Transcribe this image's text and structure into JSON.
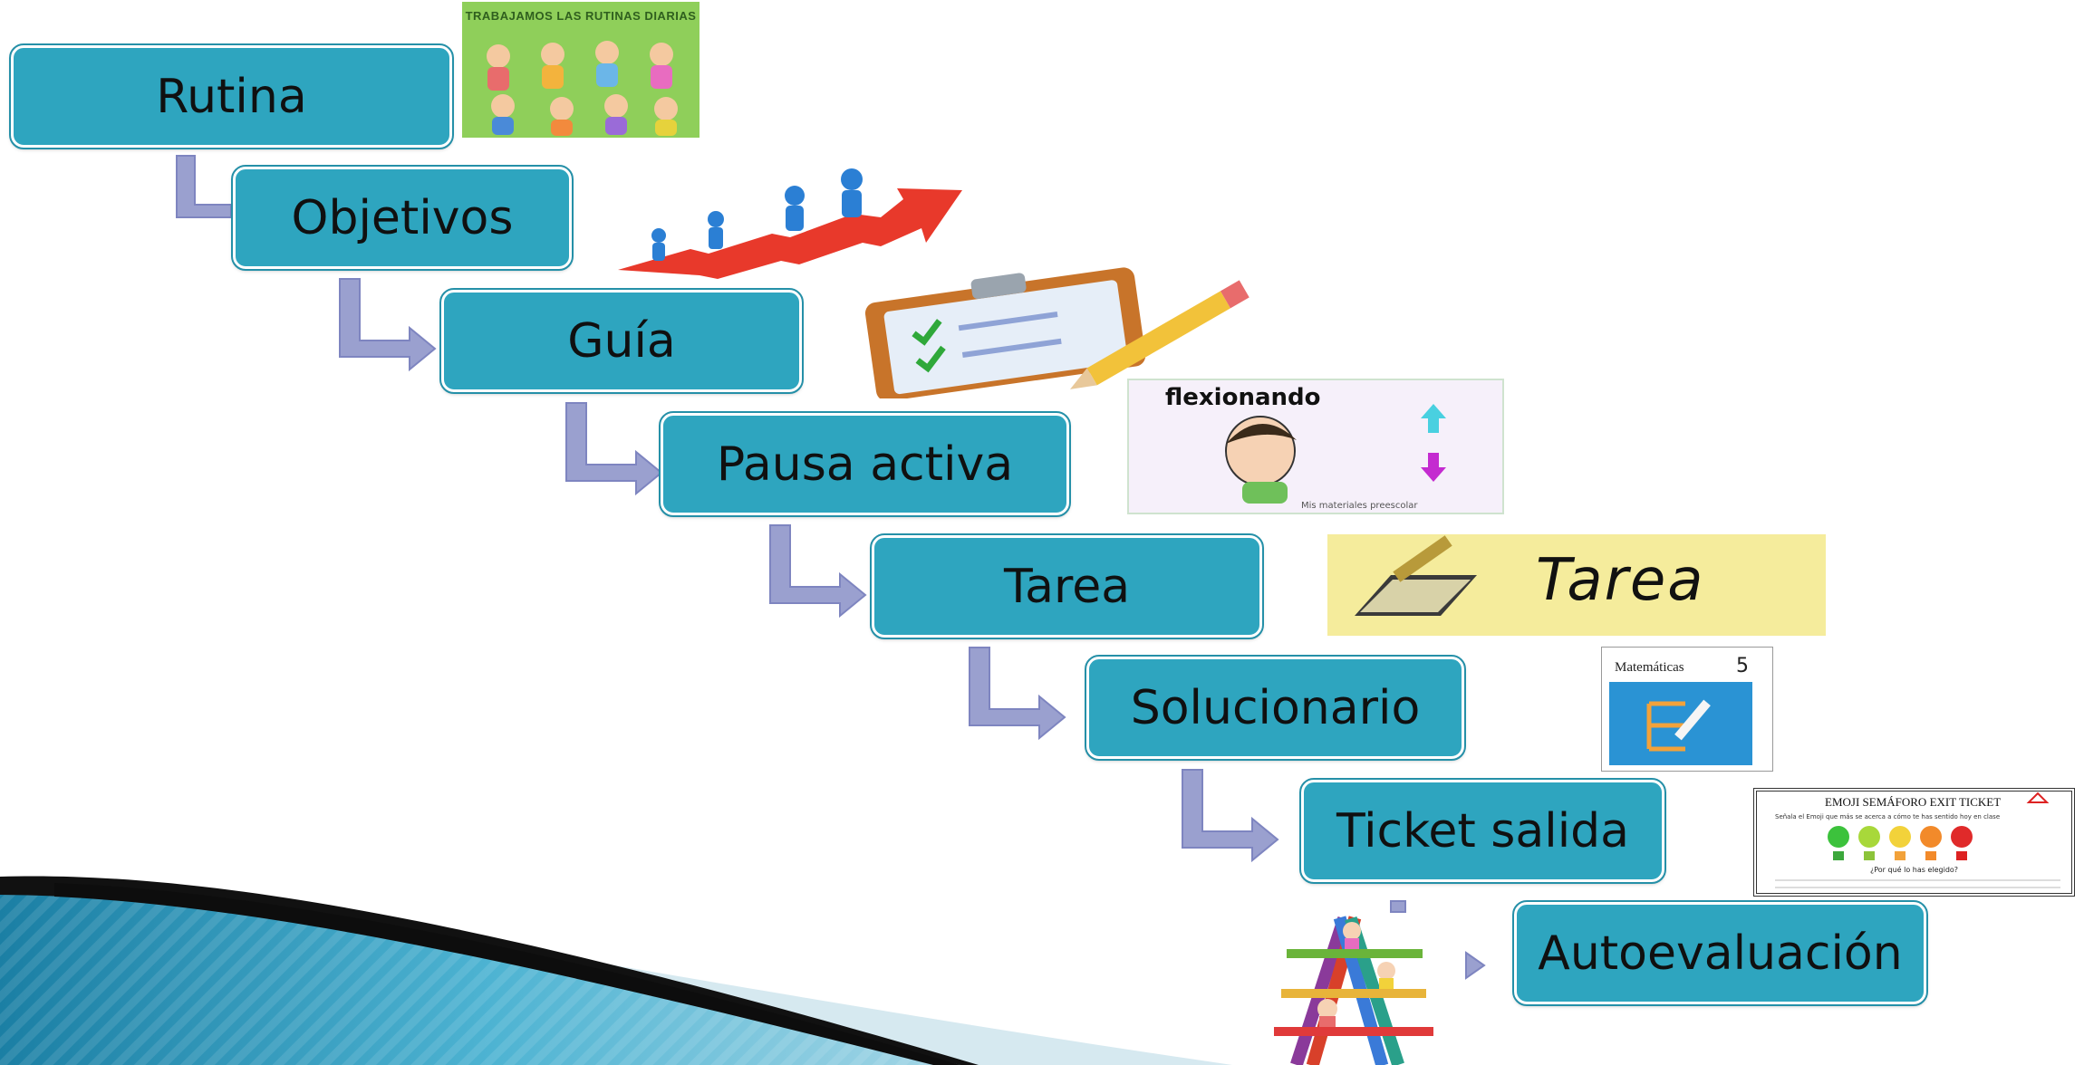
{
  "steps": [
    {
      "label": "Rutina"
    },
    {
      "label": "Objetivos"
    },
    {
      "label": "Guía"
    },
    {
      "label": "Pausa activa"
    },
    {
      "label": "Tarea"
    },
    {
      "label": "Solucionario"
    },
    {
      "label": "Ticket salida"
    },
    {
      "label": "Autoevaluación"
    }
  ],
  "images": {
    "rutinas_banner": "TRABAJAMOS LAS RUTINAS DIARIAS",
    "flexionando_title": "flexionando",
    "flexionando_caption": "Mis materiales preescolar",
    "tarea_word": "Tarea",
    "book_title": "Matemáticas",
    "book_grade": "5",
    "ticket_title": "EMOJI SEMÁFORO EXIT TICKET",
    "ticket_instruction": "Señala el Emoji que más se acerca a cómo te has sentido hoy en clase",
    "ticket_question": "¿Por qué lo has elegido?"
  },
  "colors": {
    "box_fill": "#2ea5bf",
    "box_border": "#2590a8",
    "connector": "#8f95c8",
    "wave_dark": "#111111",
    "wave_blue": "#3fa7c8",
    "wave_light": "#cfe6ee"
  },
  "icons": [
    "children-routine-icon",
    "stairs-arrow-icon",
    "clipboard-icon",
    "exercise-icon",
    "notebook-pencil-icon",
    "math-book-icon",
    "emoji-ticket-icon",
    "pencil-ladder-icon"
  ]
}
